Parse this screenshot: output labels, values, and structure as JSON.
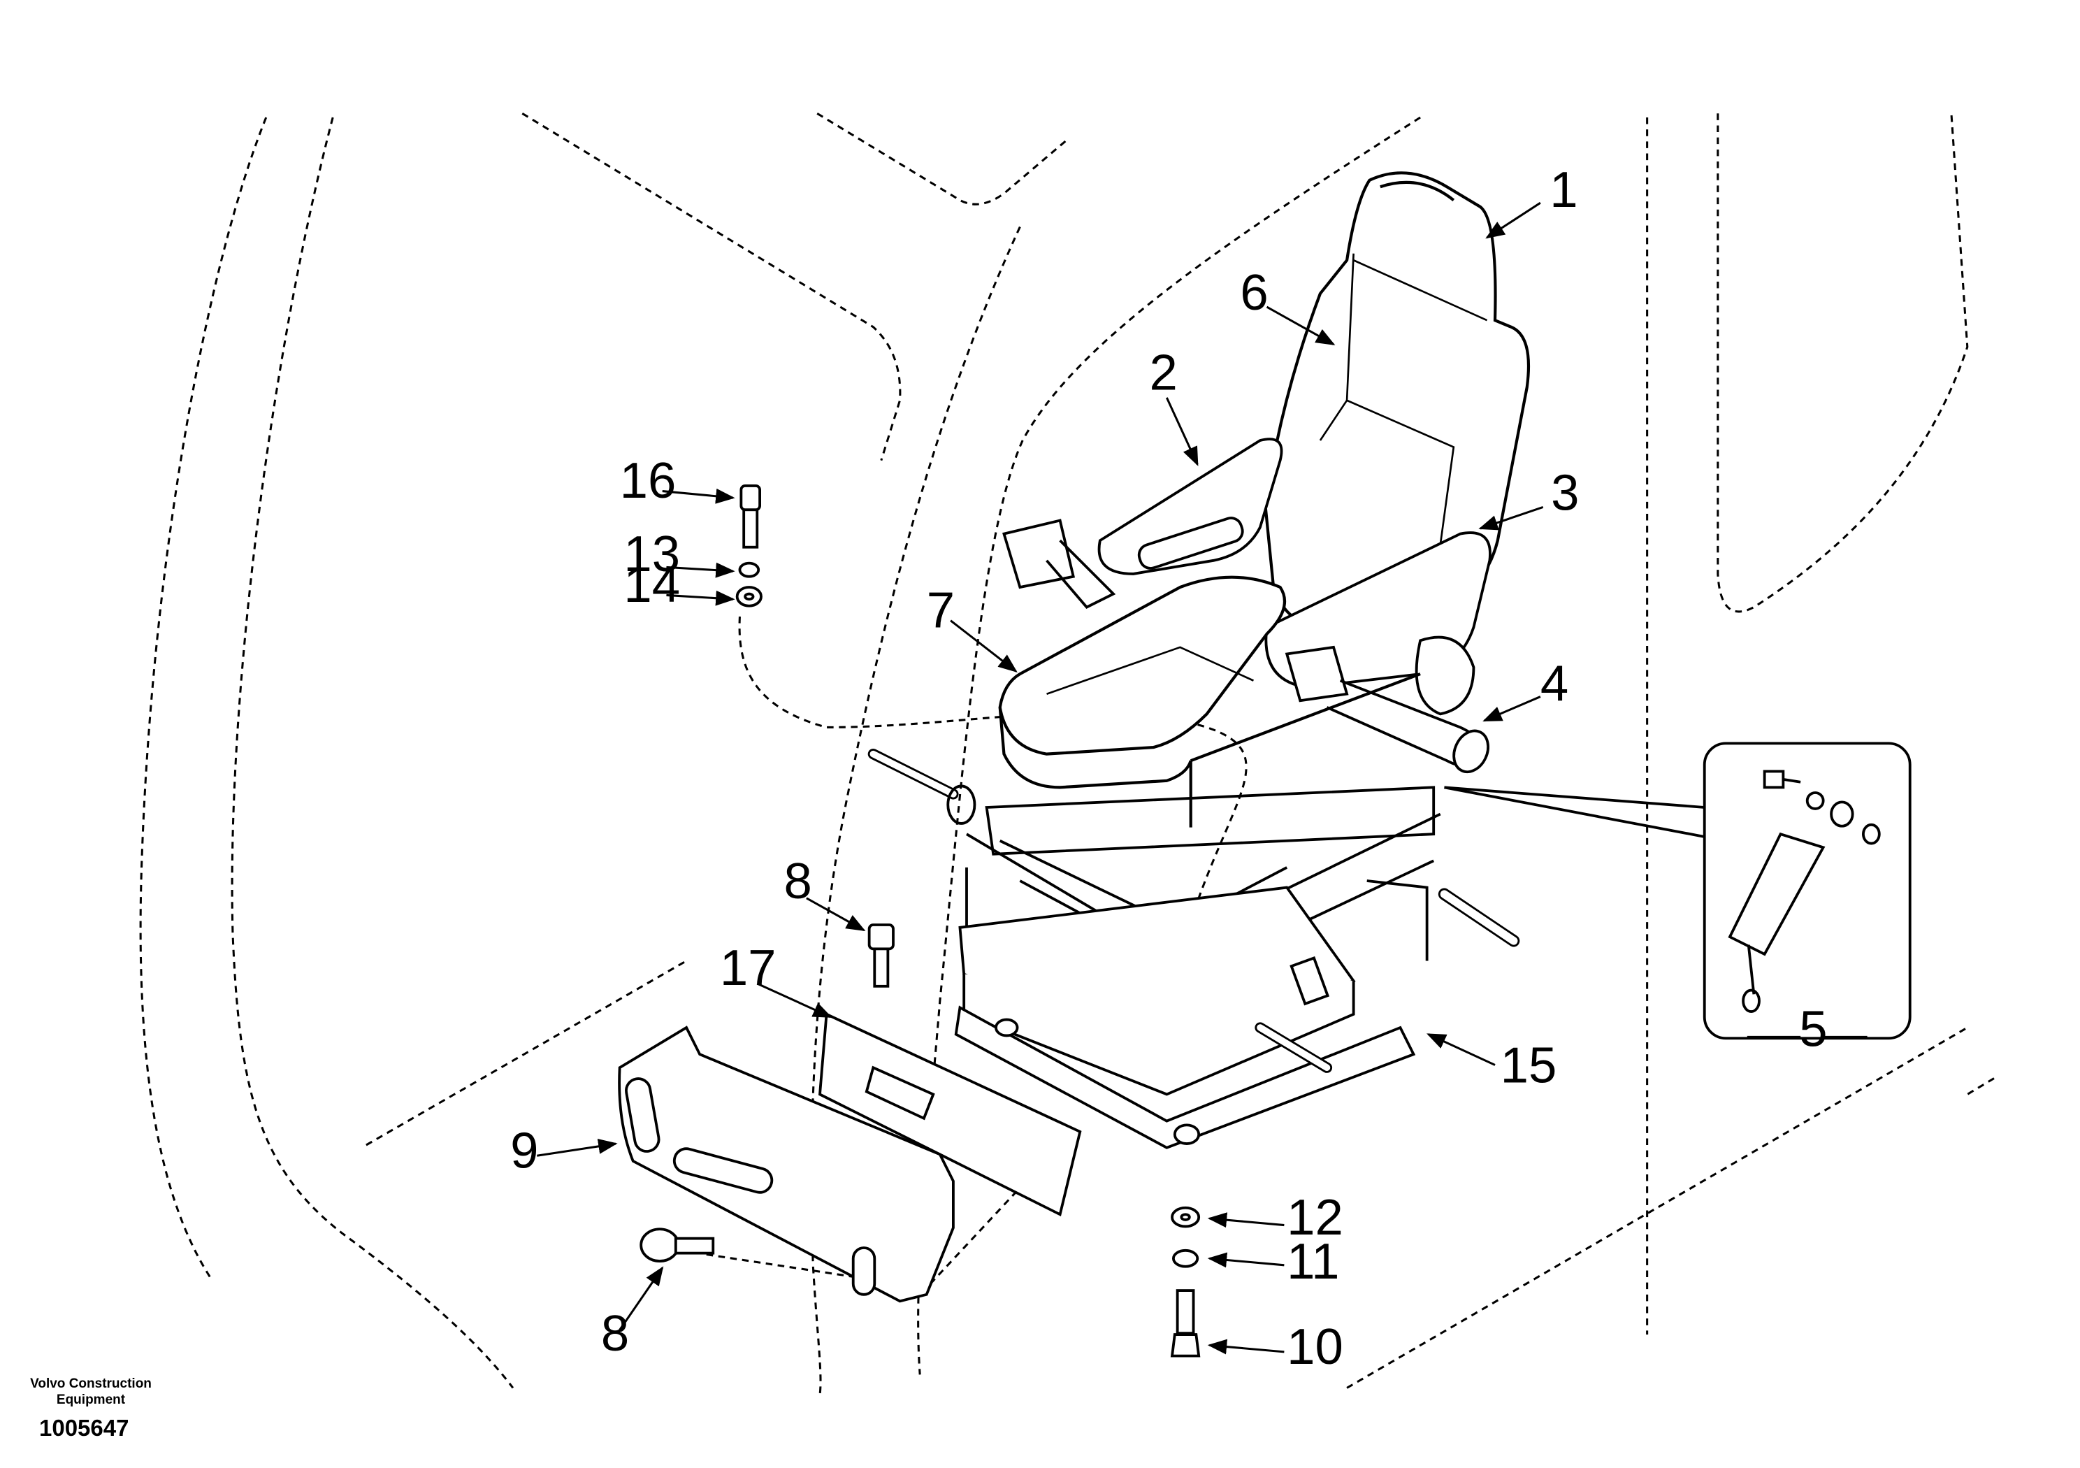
{
  "callouts": {
    "c1": "1",
    "c2": "2",
    "c3": "3",
    "c4": "4",
    "c5": "5",
    "c6": "6",
    "c7": "7",
    "c8a": "8",
    "c8b": "8",
    "c9": "9",
    "c10": "10",
    "c11": "11",
    "c12": "12",
    "c13": "13",
    "c14": "14",
    "c15": "15",
    "c16": "16",
    "c17": "17"
  },
  "footer": {
    "company_line1": "Volvo Construction",
    "company_line2": "Equipment",
    "drawing_number": "1005647"
  }
}
